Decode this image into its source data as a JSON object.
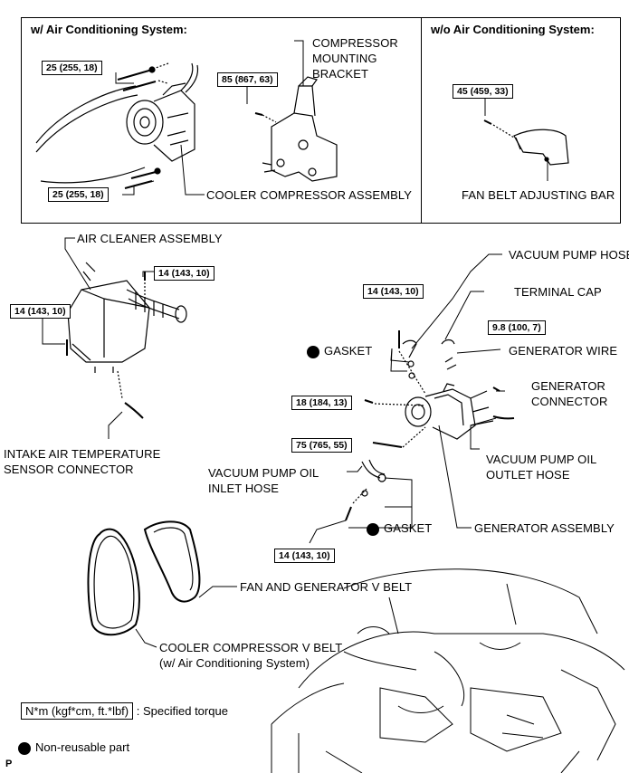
{
  "sections": {
    "with_ac": {
      "title": "w/ Air Conditioning System:"
    },
    "without_ac": {
      "title": "w/o Air Conditioning System:"
    }
  },
  "torques": {
    "t1": "25 (255, 18)",
    "t2": "85 (867, 63)",
    "t3": "25 (255, 18)",
    "t4": "45 (459, 33)",
    "t5": "14 (143, 10)",
    "t6": "14 (143, 10)",
    "t7": "14 (143, 10)",
    "t8": "9.8 (100, 7)",
    "t9": "18 (184, 13)",
    "t10": "75 (765, 55)",
    "t11": "14 (143, 10)"
  },
  "labels": {
    "bracket_1": "COMPRESSOR",
    "bracket_2": "MOUNTING",
    "bracket_3": "BRACKET",
    "cooler_compressor": "COOLER COMPRESSOR ASSEMBLY",
    "fan_belt_bar": "FAN BELT ADJUSTING BAR",
    "air_cleaner": "AIR CLEANER ASSEMBLY",
    "intake_1": "INTAKE AIR TEMPERATURE",
    "intake_2": "SENSOR CONNECTOR",
    "vacuum_hose": "VACUUM PUMP HOSE",
    "terminal_cap": "TERMINAL CAP",
    "gasket_upper": "GASKET",
    "generator_wire": "GENERATOR WIRE",
    "gen_conn_1": "GENERATOR",
    "gen_conn_2": "CONNECTOR",
    "vac_out_1": "VACUUM PUMP OIL",
    "vac_out_2": "OUTLET HOSE",
    "vac_in_1": "VACUUM PUMP OIL",
    "vac_in_2": "INLET HOSE",
    "gasket_lower": "GASKET",
    "generator_assy": "GENERATOR ASSEMBLY",
    "fan_gen_belt": "FAN AND GENERATOR V BELT",
    "cooler_belt_1": "COOLER COMPRESSOR V BELT",
    "cooler_belt_2": "(w/ Air Conditioning System)"
  },
  "legend": {
    "torque_box": "N*m (kgf*cm, ft.*lbf)",
    "torque_text": ": Specified torque",
    "nonreusable": "Non-reusable part"
  },
  "footer_code": "P"
}
